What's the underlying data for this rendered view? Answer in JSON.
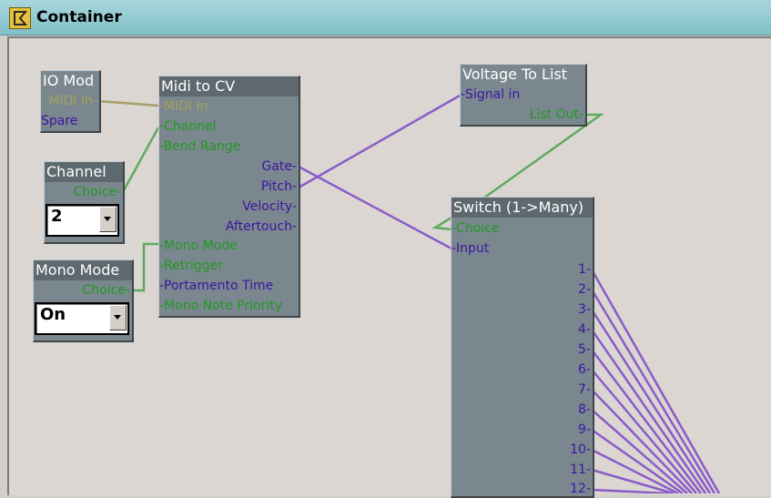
{
  "window": {
    "title": "Container"
  },
  "modules": {
    "io_mod": {
      "title": "IO Mod",
      "pins": [
        "MIDI In-",
        "Spare"
      ]
    },
    "channel": {
      "title": "Channel",
      "pin": "Choice-",
      "value": "2"
    },
    "mono_mode": {
      "title": "Mono Mode",
      "pin": "Choice-",
      "value": "On"
    },
    "midi_to_cv": {
      "title": "Midi to CV",
      "inputs": [
        "-MIDI In",
        "-Channel",
        "-Bend Range"
      ],
      "outputs": [
        "Gate-",
        "Pitch-",
        "Velocity-",
        "Aftertouch-"
      ],
      "inputs2": [
        "-Mono Mode",
        "-Retrigger",
        "-Portamento Time",
        "-Mono Note Priority"
      ]
    },
    "voltage_to_list": {
      "title": "Voltage To List",
      "input": "-Signal in",
      "output": "List Out-"
    },
    "switch": {
      "title": "Switch (1->Many)",
      "inputs": [
        "-Choice",
        "-Input"
      ],
      "outputs": [
        "1-",
        "2-",
        "3-",
        "4-",
        "5-",
        "6-",
        "7-",
        "8-",
        "9-",
        "10-",
        "11-",
        "12-"
      ]
    }
  },
  "colors": {
    "green": "#1e9a1e",
    "purple": "#3a16a0",
    "wire_purple": "#8a5cc8",
    "wire_green": "#5faa5f",
    "wire_olive": "#a8a06a"
  }
}
